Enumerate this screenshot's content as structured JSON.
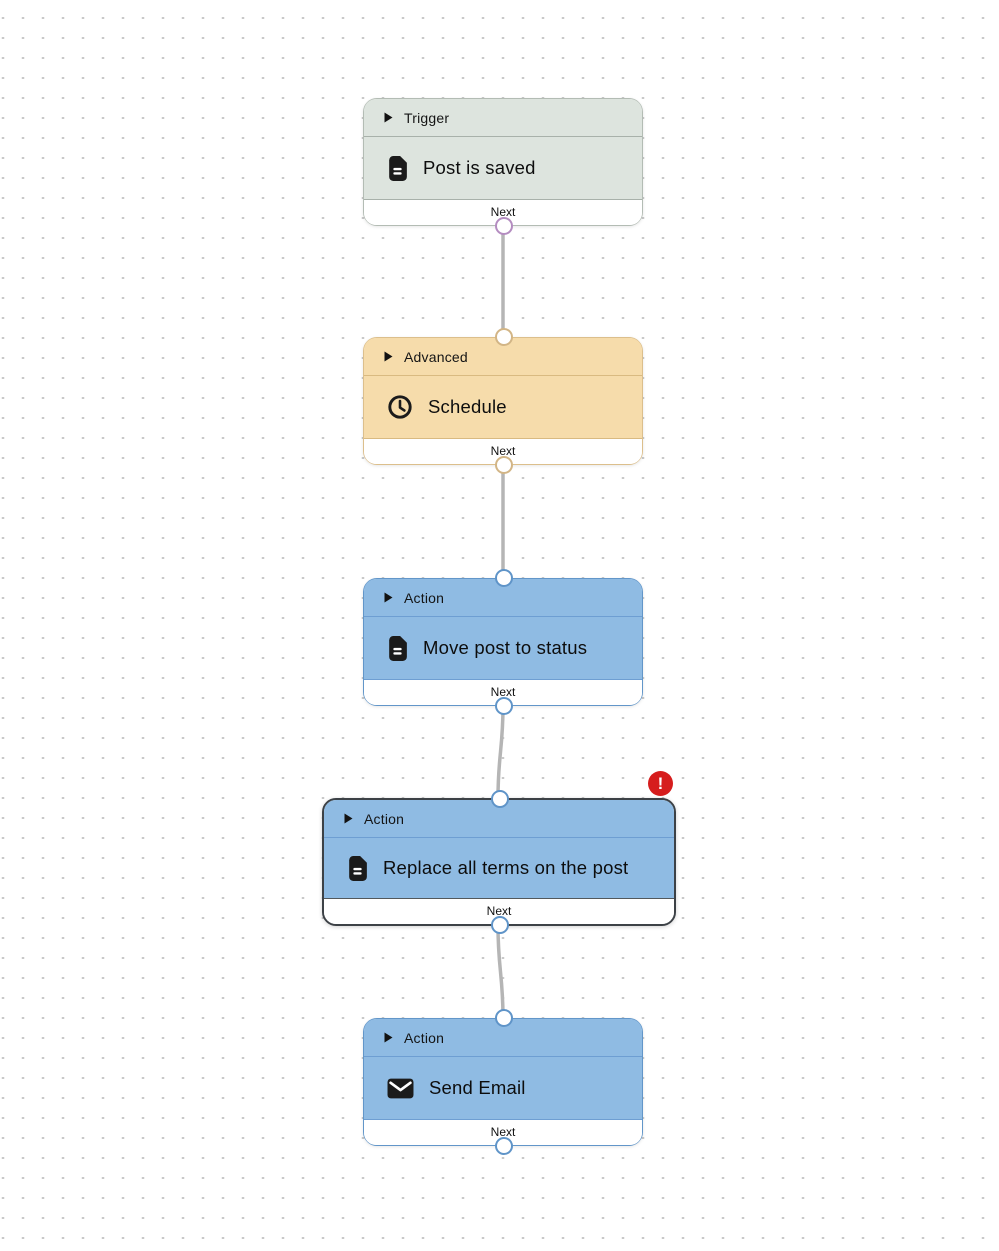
{
  "nodes": [
    {
      "category": "Trigger",
      "title": "Post is saved",
      "icon": "document",
      "next_label": "Next"
    },
    {
      "category": "Advanced",
      "title": "Schedule",
      "icon": "clock",
      "next_label": "Next"
    },
    {
      "category": "Action",
      "title": "Move post to status",
      "icon": "document",
      "next_label": "Next"
    },
    {
      "category": "Action",
      "title": "Replace all terms on the post",
      "icon": "document",
      "next_label": "Next",
      "selected": true,
      "error_badge": "!"
    },
    {
      "category": "Action",
      "title": "Send Email",
      "icon": "mail",
      "next_label": "Next"
    }
  ],
  "colors": {
    "trigger_fill": "#dde4de",
    "trigger_border": "#b3bcb4",
    "advanced_fill": "#f6dcab",
    "advanced_border": "#dcbf8c",
    "action_fill": "#8fbbe3",
    "action_border": "#6296c9",
    "selected_border": "#3c4146",
    "connector_line": "#b5b5b5",
    "port_trigger_out": "#b48cc0",
    "port_advanced": "#d2b586",
    "port_action": "#5f94c8",
    "error_badge_bg": "#d61d1d",
    "canvas_dot": "#c9c9c9"
  }
}
